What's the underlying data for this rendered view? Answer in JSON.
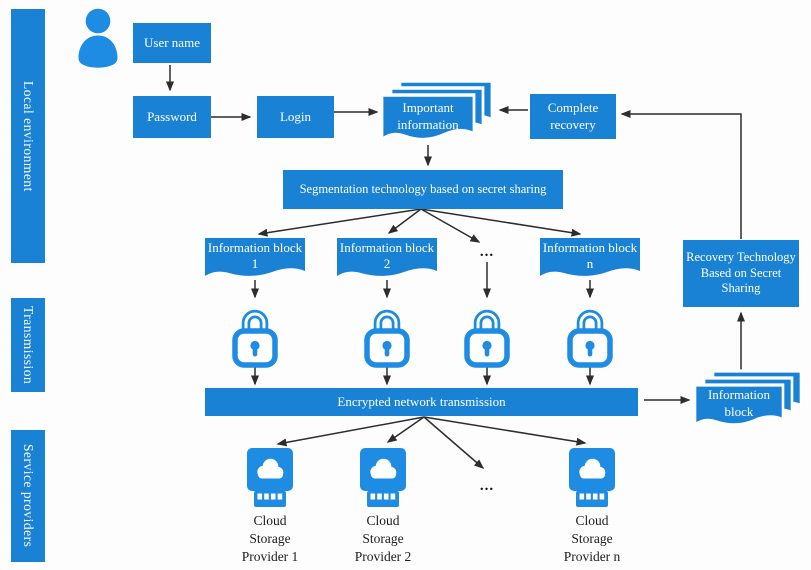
{
  "colors": {
    "primary": "#1a82d5",
    "icon": "#1e8ce2",
    "arrow": "#2d2d2d",
    "ink": "#1c1c1c",
    "bg": "#fdfdfd"
  },
  "sidebar": {
    "items": [
      {
        "label": "Local environment"
      },
      {
        "label": "Transmission"
      },
      {
        "label": "Service providers"
      }
    ]
  },
  "flow": {
    "user_name": "User name",
    "password": "Password",
    "login": "Login",
    "important_information": "Important information",
    "complete_recovery": "Complete recovery",
    "segmentation": "Segmentation technology based on secret sharing",
    "encrypted_transmission": "Encrypted network transmission",
    "recovery_technology": "Recovery Technology Based on Secret Sharing",
    "information_block_stack": "Information block"
  },
  "information_blocks": {
    "items": [
      "Information block 1",
      "Information block 2",
      "Information block n"
    ],
    "ellipsis": "..."
  },
  "providers": {
    "items": [
      "Cloud Storage Provider 1",
      "Cloud Storage Provider 2",
      "Cloud Storage Provider n"
    ],
    "ellipsis": "..."
  },
  "icons": {
    "user": "user-icon",
    "lock": "padlock-icon",
    "cloud": "cloud-storage-icon",
    "document": "document-shape-icon"
  }
}
